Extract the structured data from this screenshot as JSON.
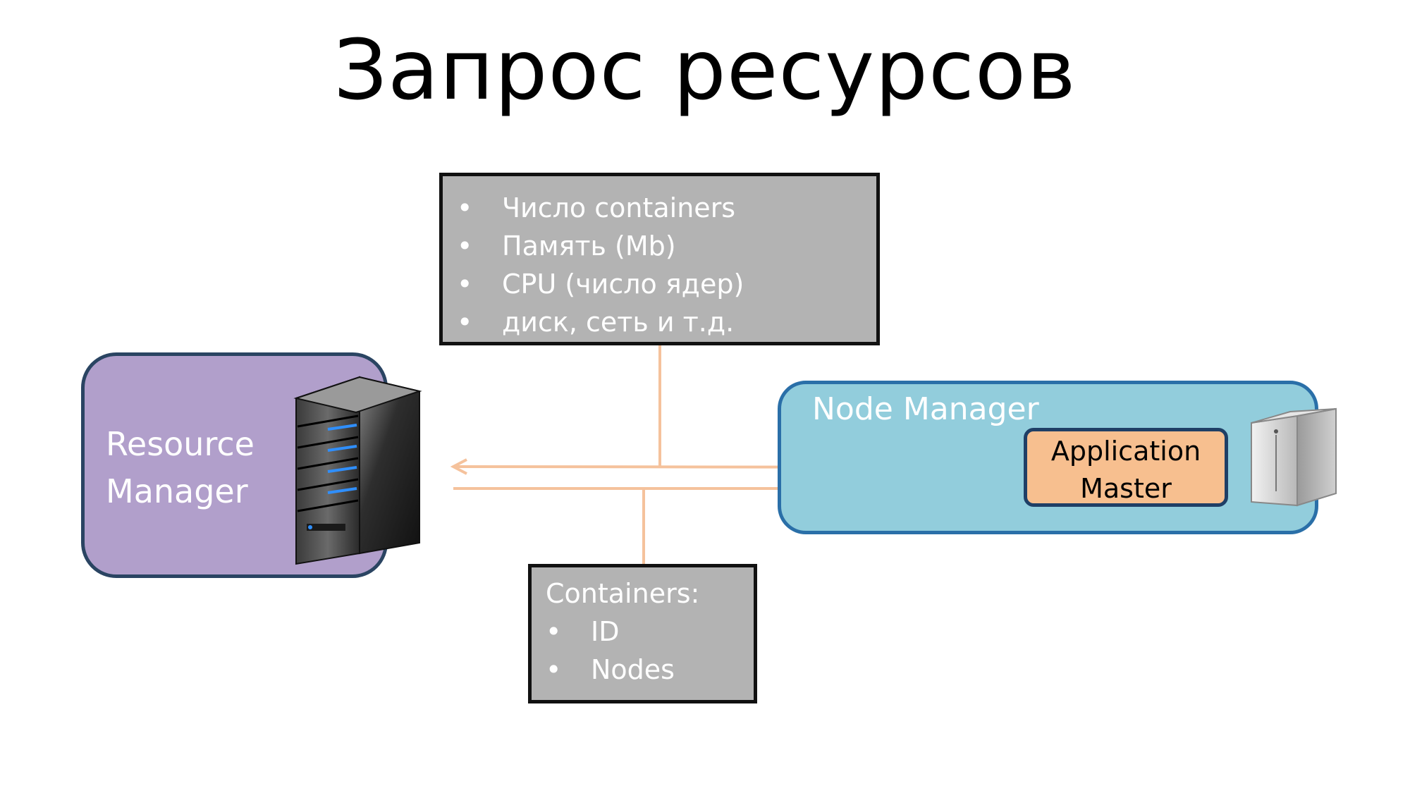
{
  "title": "Запрос ресурсов",
  "request_box": {
    "items": [
      "Число containers",
      "Память (Mb)",
      "CPU (число ядер)",
      "диск, сеть и т.д."
    ]
  },
  "containers_box": {
    "heading": "Containers:",
    "items": [
      "ID",
      "Nodes"
    ]
  },
  "resource_manager": {
    "line1": "Resource",
    "line2": "Manager"
  },
  "node_manager": {
    "label": "Node Manager"
  },
  "application_master": {
    "line1": "Application",
    "line2": "Master"
  },
  "colors": {
    "resource_manager_fill": "#b19fcb",
    "node_manager_fill": "#92cddc",
    "application_master_fill": "#f7bf8f",
    "info_box_fill": "#b3b3b3",
    "arrow": "#f5c29c"
  },
  "icons": {
    "server": "server-tower-icon",
    "node": "storage-server-icon"
  }
}
